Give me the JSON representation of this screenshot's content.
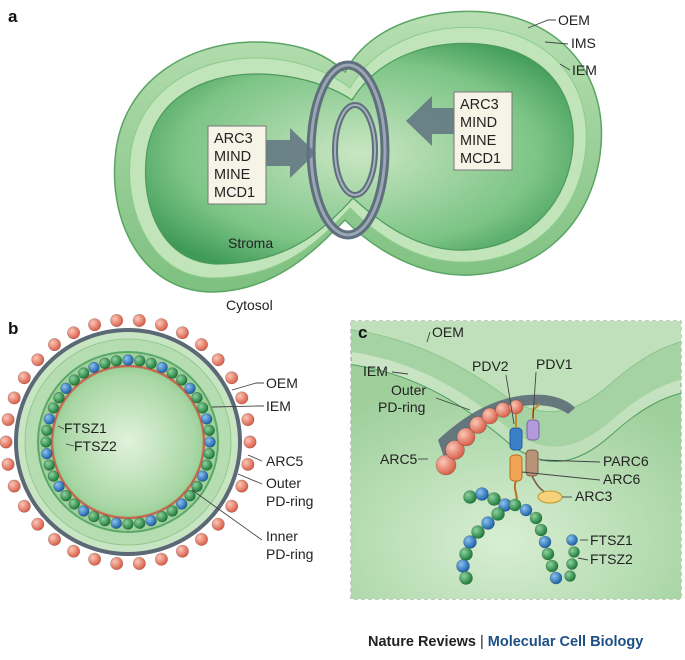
{
  "panels": {
    "a": {
      "letter": "a",
      "labels": {
        "oem": "OEM",
        "ims": "IMS",
        "iem": "IEM",
        "stroma": "Stroma",
        "cytosol": "Cytosol"
      },
      "left_box": [
        "ARC3",
        "MIND",
        "MINE",
        "MCD1"
      ],
      "right_box": [
        "ARC3",
        "MIND",
        "MINE",
        "MCD1"
      ]
    },
    "b": {
      "letter": "b",
      "labels": {
        "oem": "OEM",
        "iem": "IEM",
        "ftsz1": "FTSZ1",
        "ftsz2": "FTSZ2",
        "arc5": "ARC5",
        "outer_pd_ring": [
          "Outer",
          "PD-ring"
        ],
        "inner_pd_ring": [
          "Inner",
          "PD-ring"
        ]
      }
    },
    "c": {
      "letter": "c",
      "labels": {
        "oem": "OEM",
        "iem": "IEM",
        "pdv2": "PDV2",
        "pdv1": "PDV1",
        "outer_pd_ring": [
          "Outer",
          "PD-ring"
        ],
        "arc5": "ARC5",
        "parc6": "PARC6",
        "arc6": "ARC6",
        "arc3": "ARC3",
        "ftsz1": "FTSZ1",
        "ftsz2": "FTSZ2"
      }
    }
  },
  "colors": {
    "membrane_outer": "#a9d6a6",
    "stroma": "#6fbd7a",
    "ring": "#6e7e8c",
    "arc5": "#e8806a",
    "ftsz1": "#2f7fc6",
    "ftsz2": "#2e9a4e",
    "journal": "#1c4f86"
  },
  "footer": {
    "journal": "Nature Reviews",
    "separator": "|",
    "subject": "Molecular Cell Biology"
  }
}
